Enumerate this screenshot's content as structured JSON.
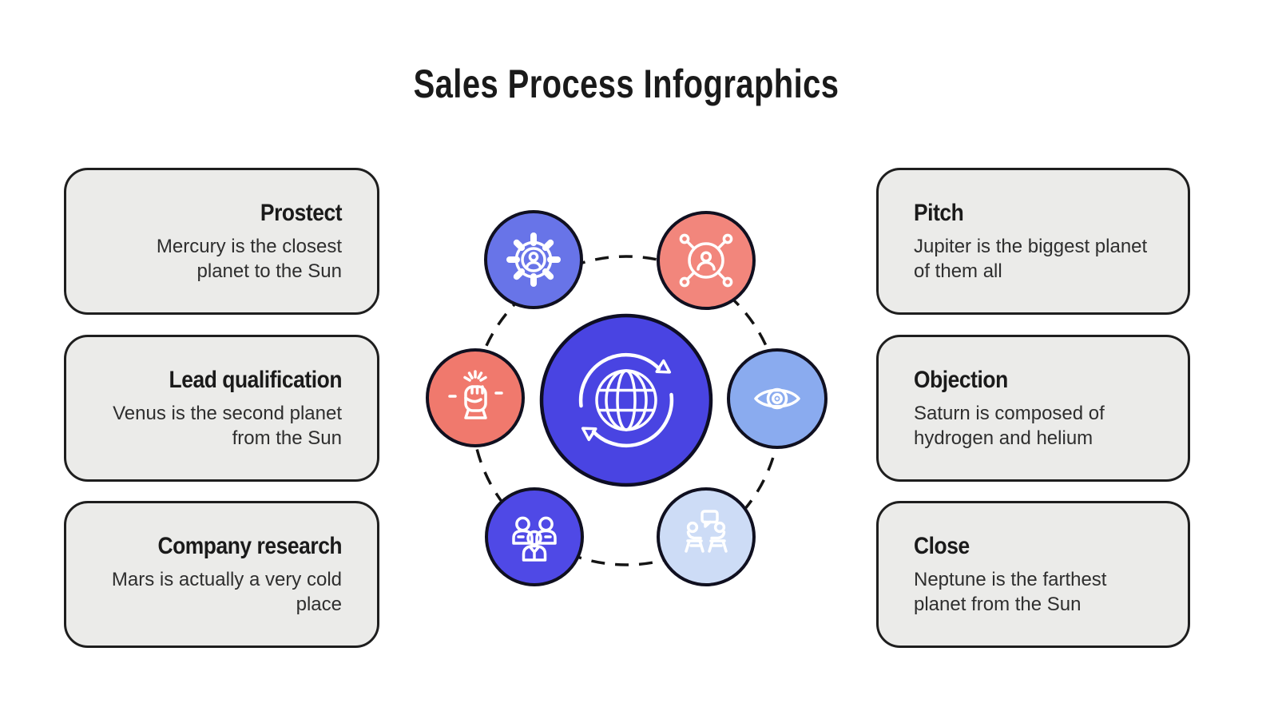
{
  "title": "Sales Process Infographics",
  "cards": {
    "left": [
      {
        "title": "Prostect",
        "body": "Mercury is the closest planet to the Sun"
      },
      {
        "title": "Lead qualification",
        "body": "Venus is the second planet from the Sun"
      },
      {
        "title": "Company research",
        "body": "Mars is actually a very cold place"
      }
    ],
    "right": [
      {
        "title": "Pitch",
        "body": "Jupiter is the biggest planet of them all"
      },
      {
        "title": "Objection",
        "body": "Saturn is composed of hydrogen and helium"
      },
      {
        "title": "Close",
        "body": "Neptune is the farthest planet from the Sun"
      }
    ]
  },
  "hub": {
    "center_icon": "globe-sync-icon",
    "node_icons": [
      "gear-user-icon",
      "network-person-icon",
      "raised-fist-icon",
      "eye-icon",
      "team-icon",
      "interview-chat-icon"
    ]
  },
  "colors": {
    "background": "#ffffff",
    "card_bg": "#ebebe9",
    "card_border": "#1e1e1e",
    "title_text": "#1a1a1a",
    "body_text": "#2e2e2e",
    "circle_border": "#101020",
    "dash": "#141414",
    "icon_stroke": "#ffffff",
    "hub_center": "#4944e2",
    "hub_gear": "#6874e8",
    "hub_network": "#f2867c",
    "hub_fist": "#f0796d",
    "hub_eye": "#8aabef",
    "hub_team": "#4f49e6",
    "hub_interview": "#cddcf6"
  }
}
